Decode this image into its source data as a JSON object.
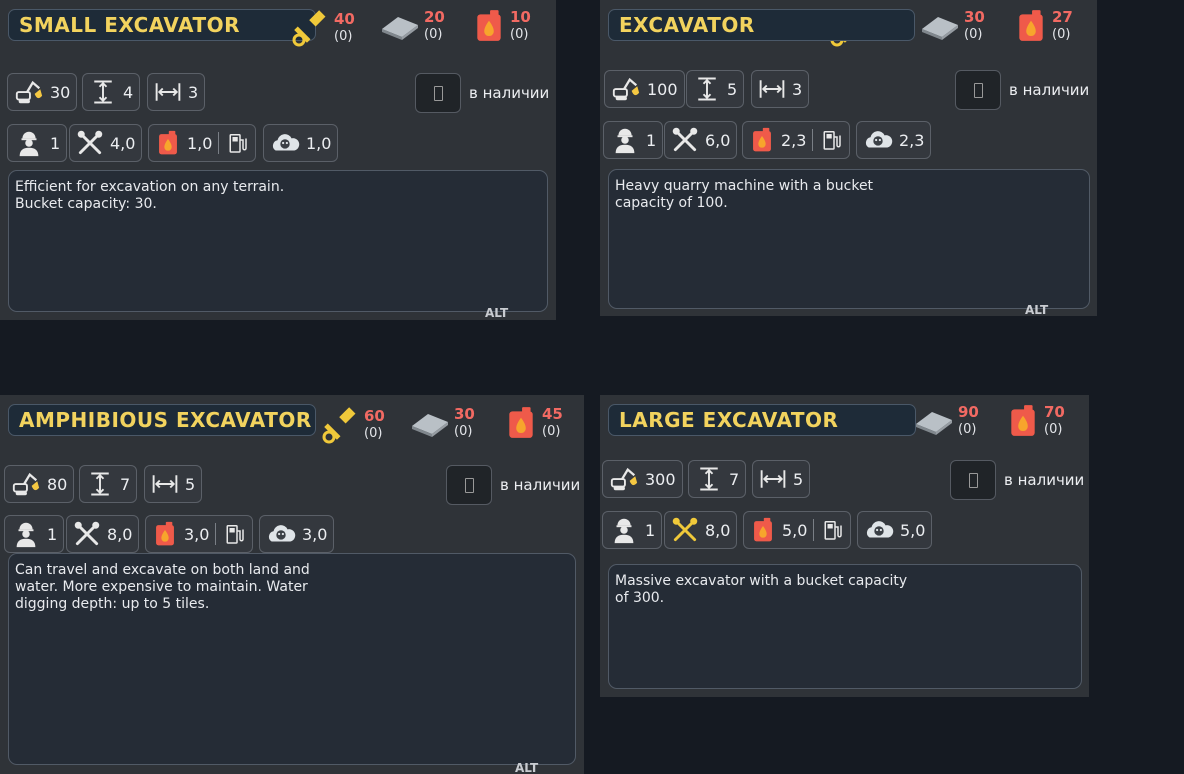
{
  "available_label": "в наличии",
  "alt_hint": "ALT",
  "colors": {
    "title": "#f2d35e",
    "required": "#f26a63",
    "panel": "#2f3338"
  },
  "panels": [
    {
      "title": "SMALL EXCAVATOR",
      "costs": [
        {
          "icon": "steel-icon",
          "required": "40",
          "have": "(0)"
        },
        {
          "icon": "concrete-plate-icon",
          "required": "20",
          "have": "(0)"
        },
        {
          "icon": "fuel-canister-icon",
          "required": "10",
          "have": "(0)"
        }
      ],
      "capacity": "30",
      "height": "4",
      "width": "3",
      "workers": "1",
      "maintenance": "4,0",
      "fuel": "1,0",
      "pollution": "1,0",
      "description": "Efficient for excavation on any terrain.\nBucket capacity: 30."
    },
    {
      "title": "EXCAVATOR",
      "costs": [
        {
          "icon": "steel-icon",
          "required": "",
          "have": ""
        },
        {
          "icon": "concrete-plate-icon",
          "required": "30",
          "have": "(0)"
        },
        {
          "icon": "fuel-canister-icon",
          "required": "27",
          "have": "(0)"
        }
      ],
      "capacity": "100",
      "height": "5",
      "width": "3",
      "workers": "1",
      "maintenance": "6,0",
      "fuel": "2,3",
      "pollution": "2,3",
      "description": "Heavy quarry machine with a bucket\ncapacity of 100."
    },
    {
      "title": "AMPHIBIOUS EXCAVATOR",
      "costs": [
        {
          "icon": "steel-icon",
          "required": "60",
          "have": "(0)"
        },
        {
          "icon": "concrete-plate-icon",
          "required": "30",
          "have": "(0)"
        },
        {
          "icon": "fuel-canister-icon",
          "required": "45",
          "have": "(0)"
        }
      ],
      "capacity": "80",
      "height": "7",
      "width": "5",
      "workers": "1",
      "maintenance": "8,0",
      "fuel": "3,0",
      "pollution": "3,0",
      "description": "Can travel and excavate on both land and\nwater. More expensive to maintain. Water\ndigging depth: up to 5 tiles."
    },
    {
      "title": "LARGE EXCAVATOR",
      "costs": [
        {
          "icon": "concrete-plate-icon",
          "required": "90",
          "have": "(0)"
        },
        {
          "icon": "fuel-canister-icon",
          "required": "70",
          "have": "(0)"
        }
      ],
      "capacity": "300",
      "height": "7",
      "width": "5",
      "workers": "1",
      "maintenance": "8,0",
      "fuel": "5,0",
      "pollution": "5,0",
      "description": "Massive excavator with a bucket capacity\nof 300."
    }
  ]
}
